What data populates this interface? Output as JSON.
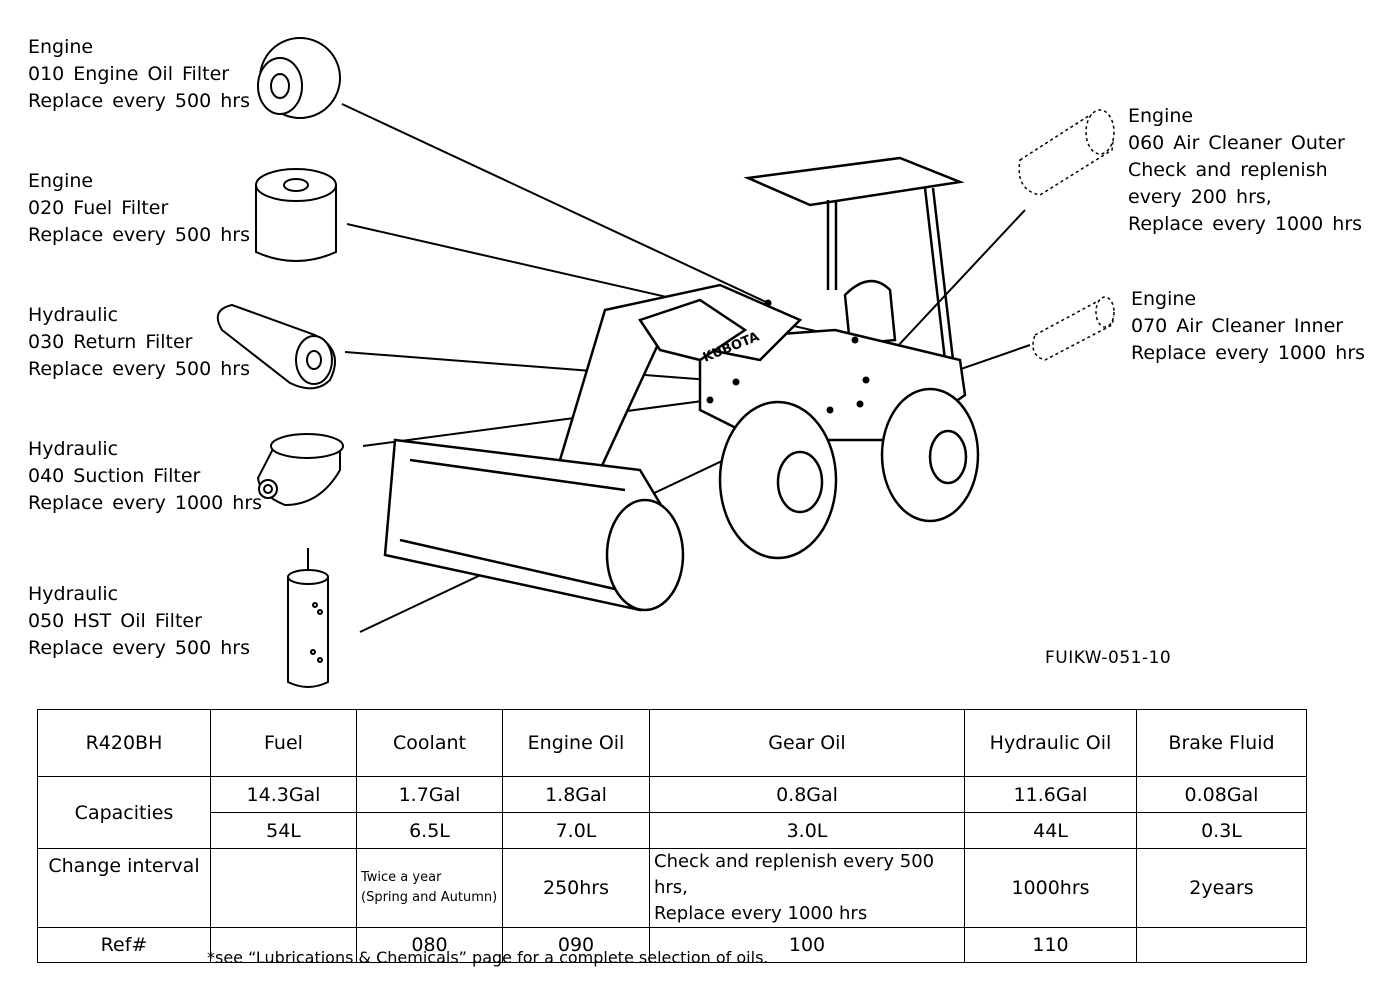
{
  "callouts": [
    {
      "id": "010",
      "category": "Engine",
      "line1": "010 Engine Oil Filter",
      "line2": "Replace every 500 hrs"
    },
    {
      "id": "020",
      "category": "Engine",
      "line1": "020 Fuel Filter",
      "line2": "Replace every 500 hrs"
    },
    {
      "id": "030",
      "category": "Hydraulic",
      "line1": "030 Return Filter",
      "line2": "Replace every 500 hrs"
    },
    {
      "id": "040",
      "category": "Hydraulic",
      "line1": "040 Suction Filter",
      "line2": "Replace every 1000 hrs"
    },
    {
      "id": "050",
      "category": "Hydraulic",
      "line1": "050 HST Oil Filter",
      "line2": "Replace every 500 hrs"
    },
    {
      "id": "060",
      "category": "Engine",
      "line1": "060 Air Cleaner Outer",
      "line2": "Check and replenish",
      "line3": "every 200 hrs,",
      "line4": "Replace every 1000 hrs"
    },
    {
      "id": "070",
      "category": "Engine",
      "line1": "070 Air Cleaner Inner",
      "line2": "Replace every 1000 hrs"
    }
  ],
  "machine_badge": "KUBOTA",
  "figure_code": "FUIKW-051-10",
  "table": {
    "model": "R420BH",
    "columns": [
      "Fuel",
      "Coolant",
      "Engine Oil",
      "Gear Oil",
      "Hydraulic Oil",
      "Brake Fluid"
    ],
    "capacities_label": "Capacities",
    "capacities_gal": [
      "14.3Gal",
      "1.7Gal",
      "1.8Gal",
      "0.8Gal",
      "11.6Gal",
      "0.08Gal"
    ],
    "capacities_l": [
      "54L",
      "6.5L",
      "7.0L",
      "3.0L",
      "44L",
      "0.3L"
    ],
    "interval_label": "Change interval",
    "interval": {
      "fuel": "",
      "coolant_line1": "Twice a year",
      "coolant_line2": "(Spring and Autumn)",
      "engine_oil": "250hrs",
      "gear_oil_line1": "Check and replenish every 500 hrs,",
      "gear_oil_line2": "Replace every 1000 hrs",
      "hydraulic_oil": "1000hrs",
      "brake_fluid": "2years"
    },
    "ref_label": "Ref#",
    "refs": [
      "",
      "080",
      "090",
      "100",
      "110",
      ""
    ]
  },
  "footnote": "*see “Lubrications & Chemicals” page for a complete selection of oils."
}
